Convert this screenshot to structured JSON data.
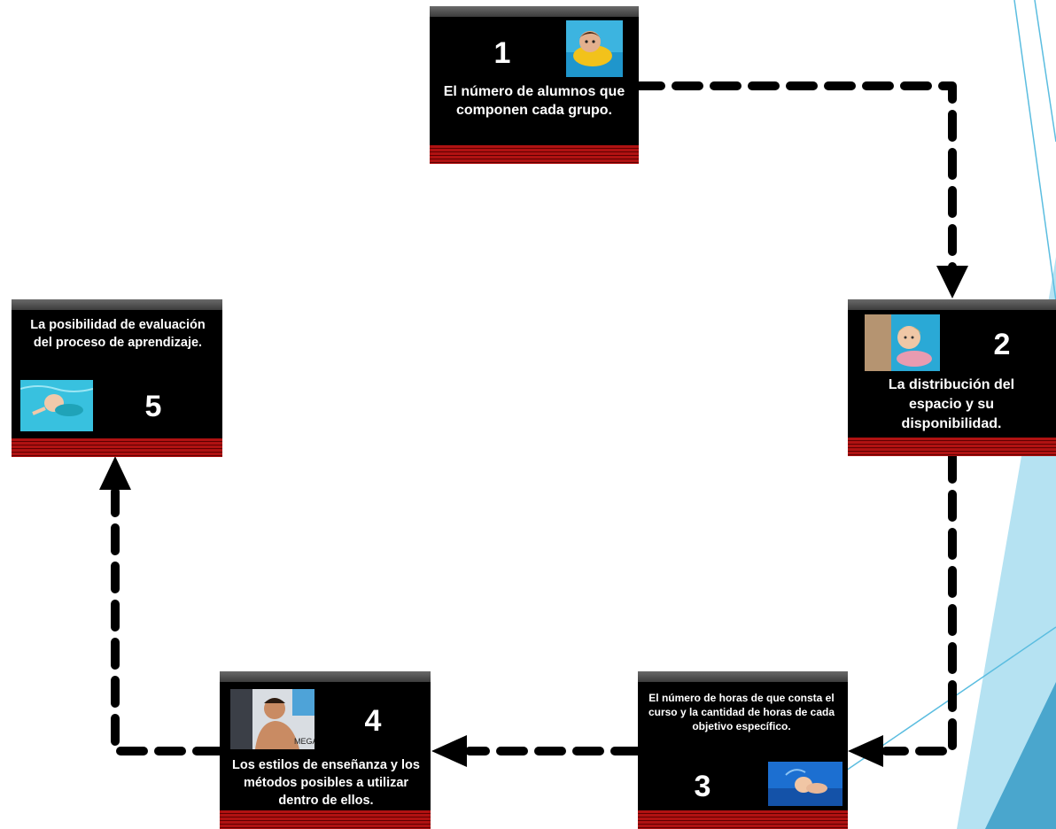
{
  "steps": [
    {
      "number": "1",
      "text": "El número de alumnos que componen cada grupo.",
      "photo_icon": "child-swimming-with-float-photo"
    },
    {
      "number": "2",
      "text": "La distribución del espacio y su disponibilidad.",
      "photo_icon": "girl-at-pool-edge-photo"
    },
    {
      "number": "3",
      "text": "El número de horas de que consta el curso y la cantidad de horas de cada objetivo específico.",
      "photo_icon": "baby-underwater-photo"
    },
    {
      "number": "4",
      "text": "Los estilos de enseñanza y los métodos posibles a utilizar dentro de ellos.",
      "photo_icon": "competitive-swimmer-photo"
    },
    {
      "number": "5",
      "text": "La posibilidad de evaluación del proceso de aprendizaje.",
      "photo_icon": "baby-swimming-underwater-photo"
    }
  ],
  "colors": {
    "card_background": "#000000",
    "card_text": "#ffffff",
    "card_bottom_band": "#b01212",
    "card_top_band": "#555555",
    "arrow": "#000000",
    "decoration_light_blue": "#a9dcee",
    "decoration_mid_blue": "#6cc3e2",
    "decoration_dark_blue": "#3f9fc9"
  }
}
